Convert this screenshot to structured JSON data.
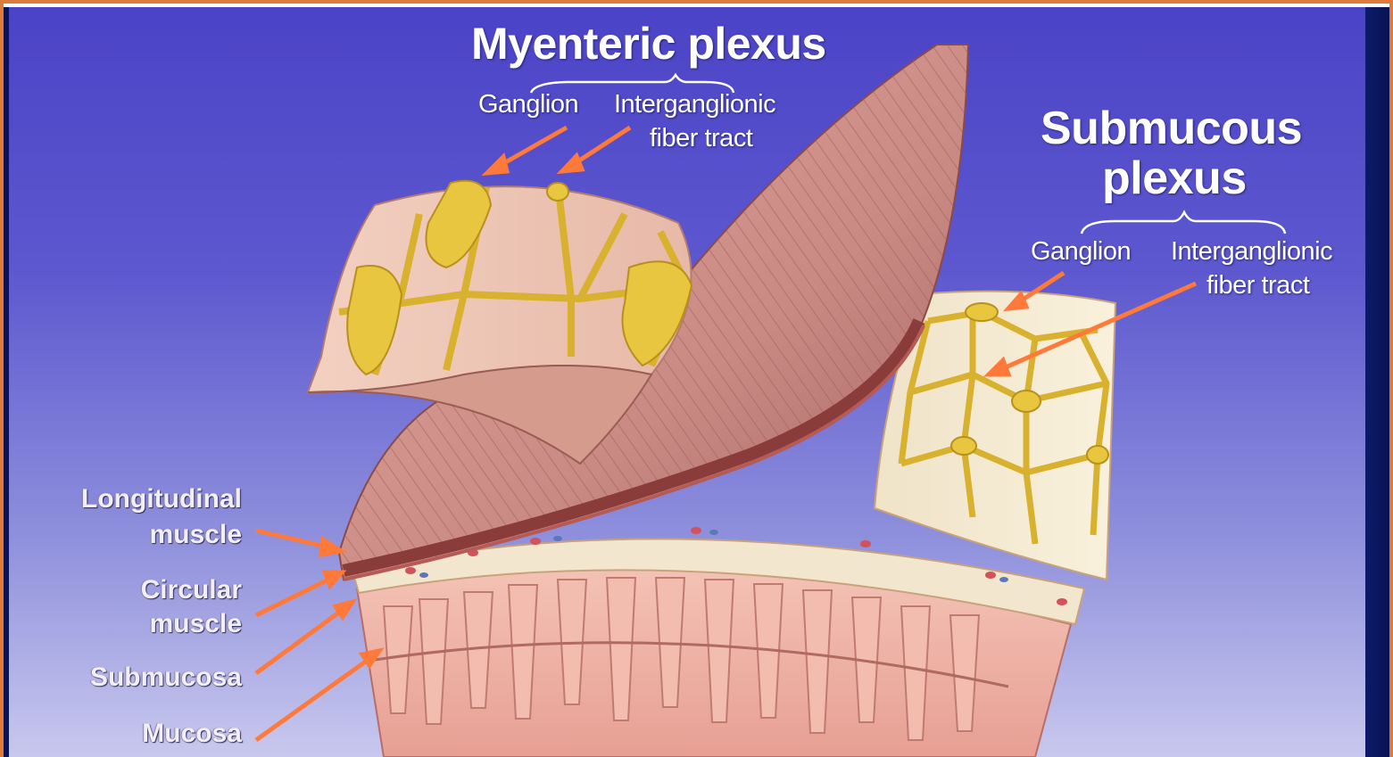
{
  "myenteric": {
    "title": "Myenteric plexus",
    "ganglion": "Ganglion",
    "tract_line1": "Interganglionic",
    "tract_line2": "fiber tract"
  },
  "submucous": {
    "title_line1": "Submucous",
    "title_line2": "plexus",
    "ganglion": "Ganglion",
    "tract_line1": "Interganglionic",
    "tract_line2": "fiber tract"
  },
  "layers": {
    "longitudinal_line1": "Longitudinal",
    "longitudinal_line2": "muscle",
    "circular_line1": "Circular",
    "circular_line2": "muscle",
    "submucosa": "Submucosa",
    "mucosa": "Mucosa"
  },
  "colors": {
    "background_top": "#4b43c6",
    "background_bottom": "#c9c9ee",
    "arrow": "#ff7a3a",
    "nerve": "#e8c640",
    "muscle": "#c98a84",
    "mucosa": "#f0b4a8"
  }
}
